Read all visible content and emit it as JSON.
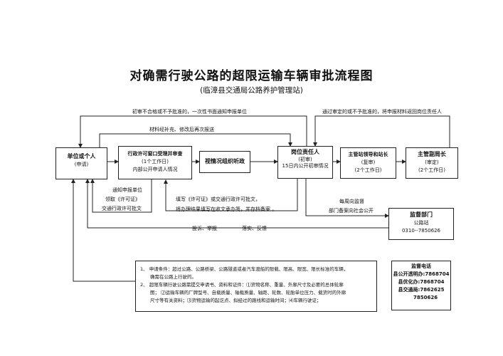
{
  "title": "对确需行驶公路的超限运输车辆审批流程图",
  "subtitle": "(临漳县交通局公路养护管理站)",
  "nodes": {
    "applicant": {
      "title": "单位或个人",
      "sub": "(申请)"
    },
    "window": {
      "title": "行政许可窗口受理并审查",
      "sub": "(1个工作日)",
      "note": "内部公开申请人情况"
    },
    "survey": {
      "title": "视情况组织听政"
    },
    "officer": {
      "title": "岗位责任人",
      "sub": "(初审)",
      "note": "15日内公开初审情况"
    },
    "station": {
      "title": "主管站领导和站长",
      "sub": "(复审)",
      "note": "(2个工作日)"
    },
    "deputy": {
      "title": "主管副局长",
      "sub": "(审定)",
      "note": "(2个工作日)"
    },
    "supervision": {
      "title": "监督部门",
      "line1": "公路站",
      "line2": "0310--7850626"
    }
  },
  "edge_labels": {
    "reject_notice": "初审不合格或不予批准的，一次性书面通知申报单位",
    "materials": "材料经补充、修改后再次报送",
    "review_reject": "通过审定的或不予批准的，将申报材料返回岗位责任人",
    "notice_left": [
      "通知申报单位",
      "领取《许可证》",
      "交通行政许可批文"
    ],
    "fill": [
      "填写《许可证》或交通行政许可批文，",
      "将办理结果填写在收文承办笺，并存档备案 。"
    ],
    "weekly": [
      "每周向监督",
      "部门备案向社会公开"
    ],
    "complaint": "投诉、举报",
    "implement": "落实、反馈"
  },
  "conditions": [
    "1、 申请条件：超过公路、公路桥梁、公路隧道或者汽车渡船的限载、限高、限宽、限长标准的车辆，",
    "确需在公路上行驶的。",
    "2、 超限车辆行驶公路需提交申请书、资料和证件：⑴货物名称、重量、外廓尺寸及必要的总体轮廓",
    "图； ⑵运输车辆的厂牌型号、自载质量、轴载质量、轴距、轮数、轮胎单位压力、载货时的外廓",
    "尺寸等有关资料；⑶货物运输的起讫点、拟经过的路线和运输时间；⑷车辆行驶证；"
  ],
  "hotline": {
    "title": "监督电话",
    "lines": [
      "县公开透明办:7868704",
      "县优化办:7868704",
      "县交通局:7862625",
      "7850626"
    ]
  }
}
